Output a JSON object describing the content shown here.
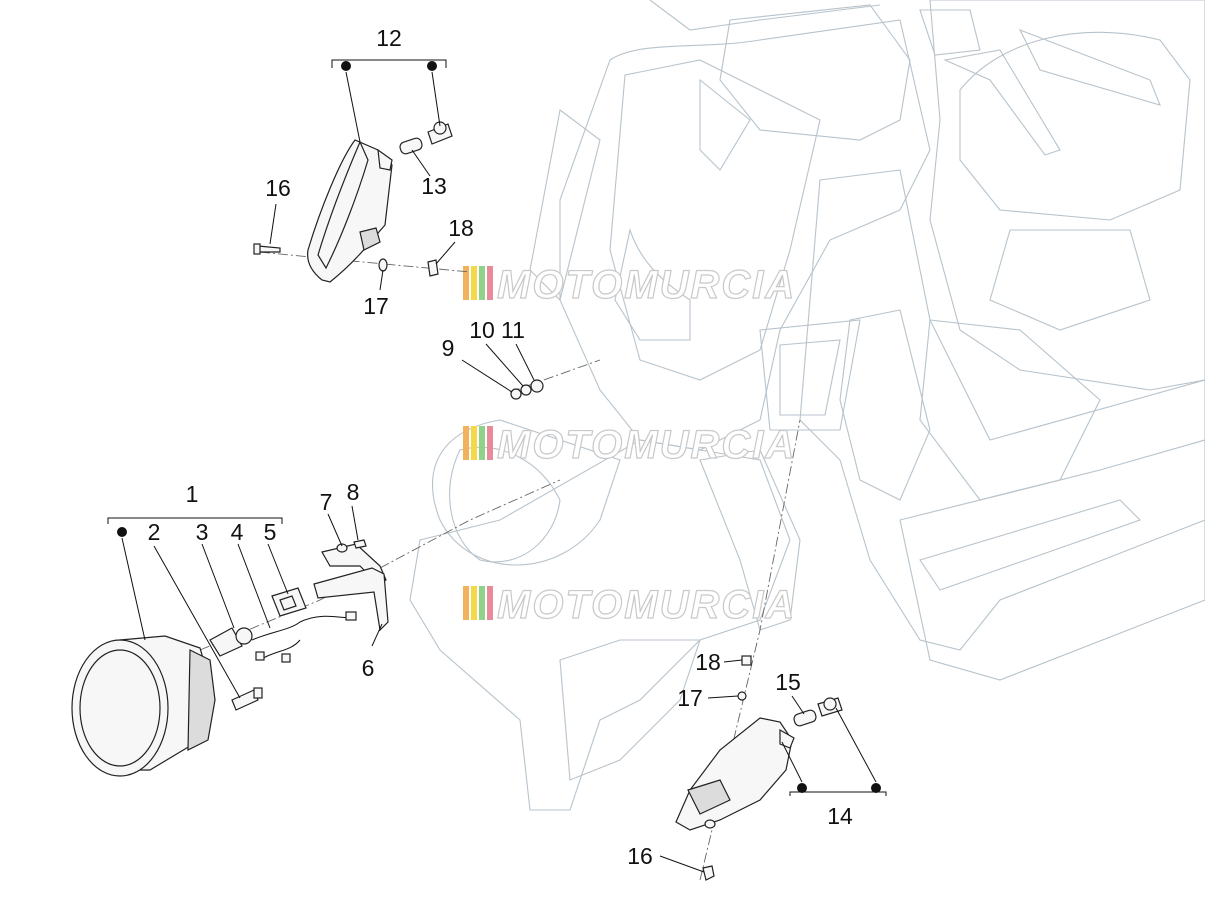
{
  "watermark": "MOTOMURCIA",
  "watermark_stripe_colors": [
    "#f2b25c",
    "#f5d74a",
    "#8fd28a",
    "#e98a9a"
  ],
  "callouts": {
    "c1": "1",
    "c2": "2",
    "c3": "3",
    "c4": "4",
    "c5": "5",
    "c6": "6",
    "c7": "7",
    "c8": "8",
    "c9": "9",
    "c10": "10",
    "c11": "11",
    "c12": "12",
    "c13": "13",
    "c14": "14",
    "c15": "15",
    "c16_top": "16",
    "c16_bottom": "16",
    "c17_top": "17",
    "c17_bottom": "17",
    "c18_top": "18",
    "c18_bottom": "18"
  },
  "colors": {
    "body_outline": "#b7c3cc",
    "parts": "#222222",
    "labels": "#111111"
  }
}
